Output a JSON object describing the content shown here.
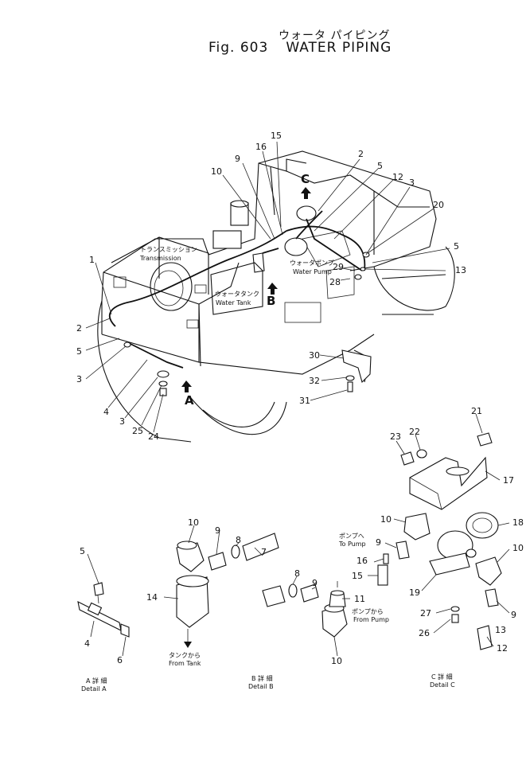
{
  "title": {
    "jp": "ウォータ パイピング",
    "fig": "Fig. 603",
    "en": "WATER PIPING"
  },
  "main_labels": {
    "transmission_jp": "トランスミッション",
    "transmission_en": "Transmission",
    "water_pump_jp": "ウォータポンプ",
    "water_pump_en": "Water Pump",
    "water_tank_jp": "ウォータタンク",
    "water_tank_en": "Water Tank"
  },
  "view_markers": {
    "a": "A",
    "b": "B",
    "c": "C"
  },
  "main_callouts": [
    "15",
    "16",
    "9",
    "10",
    "2",
    "5",
    "12",
    "3",
    "20",
    "5",
    "13",
    "29",
    "28",
    "1",
    "2",
    "5",
    "3",
    "4",
    "3",
    "25",
    "24",
    "30",
    "32",
    "31"
  ],
  "detail_a": {
    "callouts": [
      "5",
      "4",
      "6"
    ],
    "title_jp": "A 詳 細",
    "title_en": "Detail A"
  },
  "detail_b": {
    "callouts": [
      "10",
      "9",
      "8",
      "7",
      "14",
      "8",
      "9",
      "16",
      "15",
      "11",
      "10"
    ],
    "to_pump_jp": "ポンプへ",
    "to_pump_en": "To Pump",
    "from_pump_jp": "ポンプから",
    "from_pump_en": "From Pump",
    "from_tank_jp": "タンクから",
    "from_tank_en": "From Tank",
    "title_jp": "B 詳 細",
    "title_en": "Detail B"
  },
  "detail_c": {
    "callouts": [
      "21",
      "22",
      "23",
      "17",
      "10",
      "18",
      "9",
      "10",
      "19",
      "27",
      "9",
      "26",
      "13",
      "12"
    ],
    "title_jp": "C 詳 細",
    "title_en": "Detail C"
  }
}
